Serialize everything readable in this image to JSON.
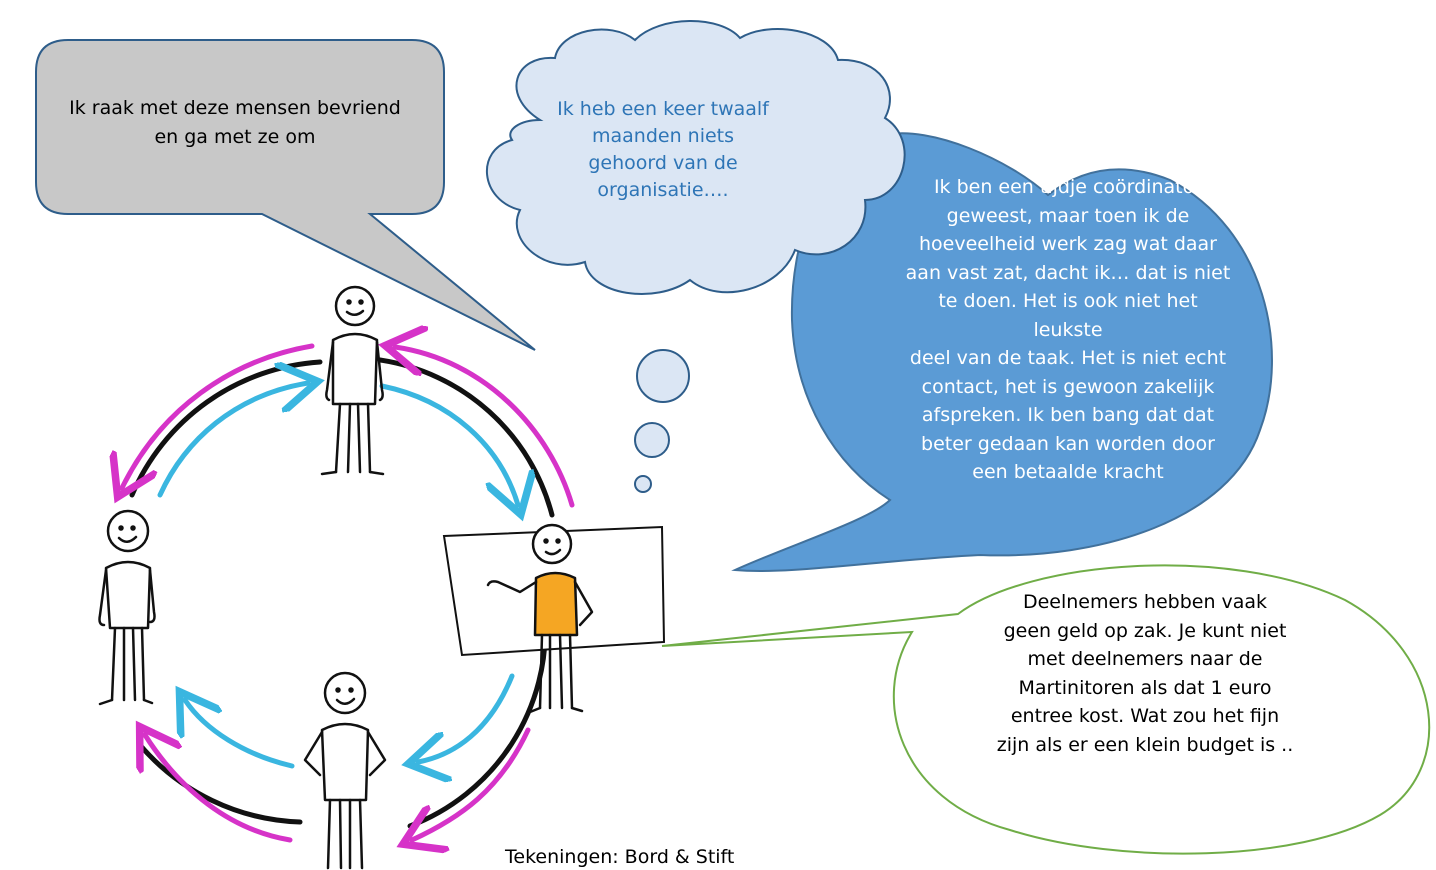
{
  "bubbles": {
    "gray": {
      "lines": [
        "Ik raak met deze mensen bevriend",
        "en ga met ze om"
      ],
      "fill": "#c8c8c8",
      "stroke": "#2e5d8a"
    },
    "cloud": {
      "lines": [
        "Ik heb een keer twaalf",
        "maanden niets",
        "gehoord van de",
        "organisatie…."
      ],
      "fill": "#dbe6f4",
      "stroke": "#2e5d8a",
      "text_color": "#2e75b6"
    },
    "blue": {
      "lines": [
        "Ik ben een tijdje coördinator",
        "geweest, maar toen ik de",
        "hoeveelheid werk zag wat daar",
        "aan vast zat, dacht ik… dat is niet",
        "te doen. Het is ook niet het leukste",
        "deel van de taak. Het is niet echt",
        "contact, het is gewoon zakelijk",
        "afspreken. Ik ben bang dat dat",
        "beter gedaan kan worden door",
        "een betaalde kracht"
      ],
      "fill": "#5b9bd5",
      "stroke": "#41719c"
    },
    "green": {
      "lines": [
        "Deelnemers hebben vaak",
        "geen geld op zak. Je kunt niet",
        "met deelnemers naar de",
        "Martinitoren als dat 1 euro",
        "entree kost. Wat zou het fijn",
        "zijn als er een klein budget is .."
      ],
      "fill": "#ffffff",
      "stroke": "#70ad47"
    }
  },
  "credit": "Tekeningen: Bord & Stift",
  "colors": {
    "magenta_arrows": "#d633c8",
    "cyan_arrows": "#3ab6e0",
    "circle": "#111111",
    "shirt_highlight": "#f5a623"
  }
}
